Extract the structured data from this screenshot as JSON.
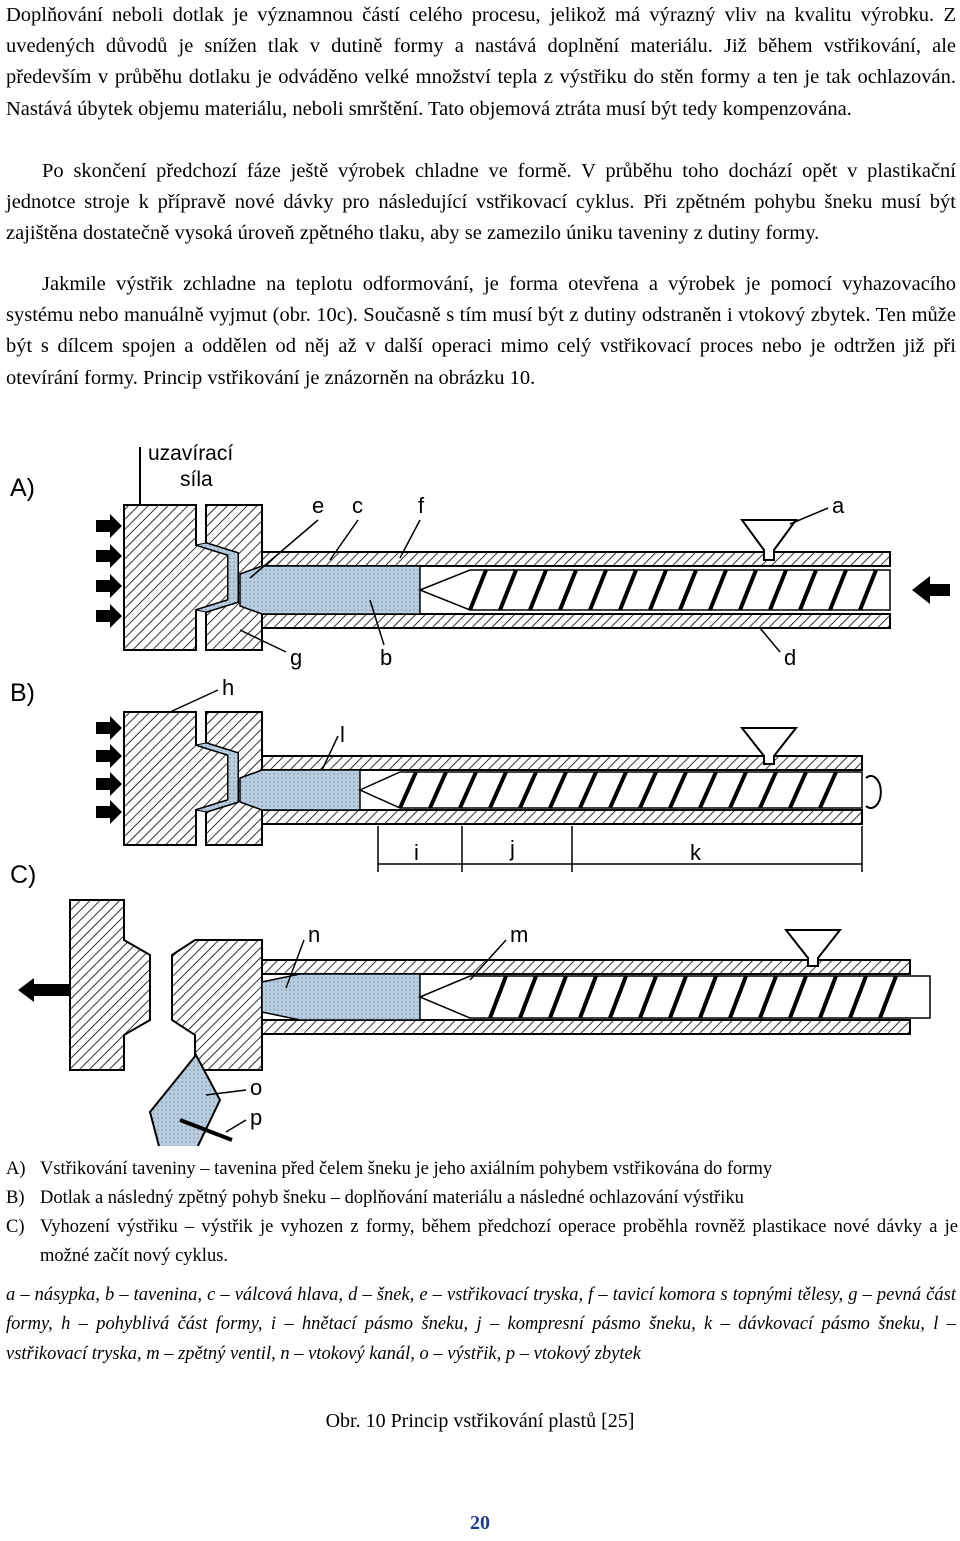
{
  "paragraphs": [
    "Doplňování neboli dotlak je významnou částí celého procesu, jelikož má výrazný vliv na kvalitu výrobku. Z uvedených důvodů je snížen tlak v dutině formy a nastává doplnění materiálu. Již během vstřikování, ale především v průběhu dotlaku je odváděno velké množství tepla z výstřiku do stěn formy a ten je tak ochlazován. Nastává úbytek objemu materiálu, neboli smrštění. Tato objemová ztráta musí být tedy kompenzována.",
    "Po skončení předchozí fáze ještě výrobek chladne ve formě. V průběhu toho dochází opět v plastikační jednotce stroje k přípravě nové dávky pro následující vstřikovací cyklus. Při zpětném pohybu šneku musí být zajištěna dostatečně vysoká úroveň zpětného tlaku, aby se zamezilo úniku taveniny z dutiny formy.",
    "Jakmile výstřik zchladne na teplotu odformování, je forma otevřena a výrobek je pomocí vyhazovacího systému nebo manuálně vyjmut (obr. 10c). Současně s tím musí být z dutiny odstraněn i vtokový zbytek. Ten může být s dílcem spojen a oddělen od něj až v další operaci mimo celý vstřikovací proces nebo je odtržen již při otevírání formy. Princip vstřikování je znázorněn na obrázku 10."
  ],
  "figure": {
    "stage_labels": [
      "A)",
      "B)",
      "C)"
    ],
    "force_label": [
      "uzavírací",
      "síla"
    ],
    "labels": {
      "a": "a",
      "b": "b",
      "c": "c",
      "d": "d",
      "e": "e",
      "f": "f",
      "g": "g",
      "h": "h",
      "i": "i",
      "j": "j",
      "k": "k",
      "l": "l",
      "m": "m",
      "n": "n",
      "o": "o",
      "p": "p"
    }
  },
  "captions": [
    {
      "key": "A)",
      "text": "Vstřikování taveniny – tavenina před čelem šneku je jeho axiálním pohybem vstřikována do formy"
    },
    {
      "key": "B)",
      "text": "Dotlak a následný zpětný pohyb šneku – doplňování  materiálu a následné ochlazování výstřiku"
    },
    {
      "key": "C)",
      "text": "Vyhození výstřiku – výstřik je vyhozen z formy, během předchozí operace proběhla rovněž plastikace nové dávky a je možné začít nový cyklus."
    }
  ],
  "legend": "a – násypka, b – tavenina, c – válcová hlava, d – šnek, e – vstřikovací tryska, f – tavicí komora s topnými tělesy, g – pevná část formy, h – pohyblivá část formy, i – hnětací pásmo šneku, j – kompresní pásmo šneku, k – dávkovací pásmo šneku, l – vstřikovací tryska, m – zpětný ventil, n – vtokový kanál, o – výstřik, p – vtokový zbytek",
  "figure_caption": "Obr. 10 Princip vstřikování plastů [25]",
  "page_number": "20",
  "colors": {
    "melt": "#b9cde0",
    "hatch": "#000000",
    "page_number": "#1f3f8a"
  }
}
